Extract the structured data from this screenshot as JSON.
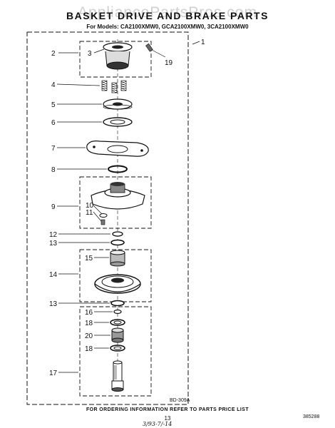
{
  "watermark": "AppliancePartsPros.com",
  "title": "BASKET DRIVE AND BRAKE PARTS",
  "subtitle": "For Models: CA2100XMW0, GCA2100XMW0, 3CA2100XMW0",
  "callouts": {
    "c1": "1",
    "c2": "2",
    "c3": "3",
    "c19": "19",
    "c4": "4",
    "c5": "5",
    "c6": "6",
    "c7": "7",
    "c8": "8",
    "c9": "9",
    "c10": "10",
    "c11": "11",
    "c12": "12",
    "c13a": "13",
    "c15": "15",
    "c14": "14",
    "c13b": "13",
    "c16": "16",
    "c18a": "18",
    "c20": "20",
    "c18b": "18",
    "c17": "17"
  },
  "figure_code": "BD-309A",
  "footer_text": "FOR ORDERING INFORMATION REFER TO PARTS PRICE LIST",
  "page_number": "13",
  "handwritten_note": "3/93-7/-14",
  "doc_code": "385288"
}
